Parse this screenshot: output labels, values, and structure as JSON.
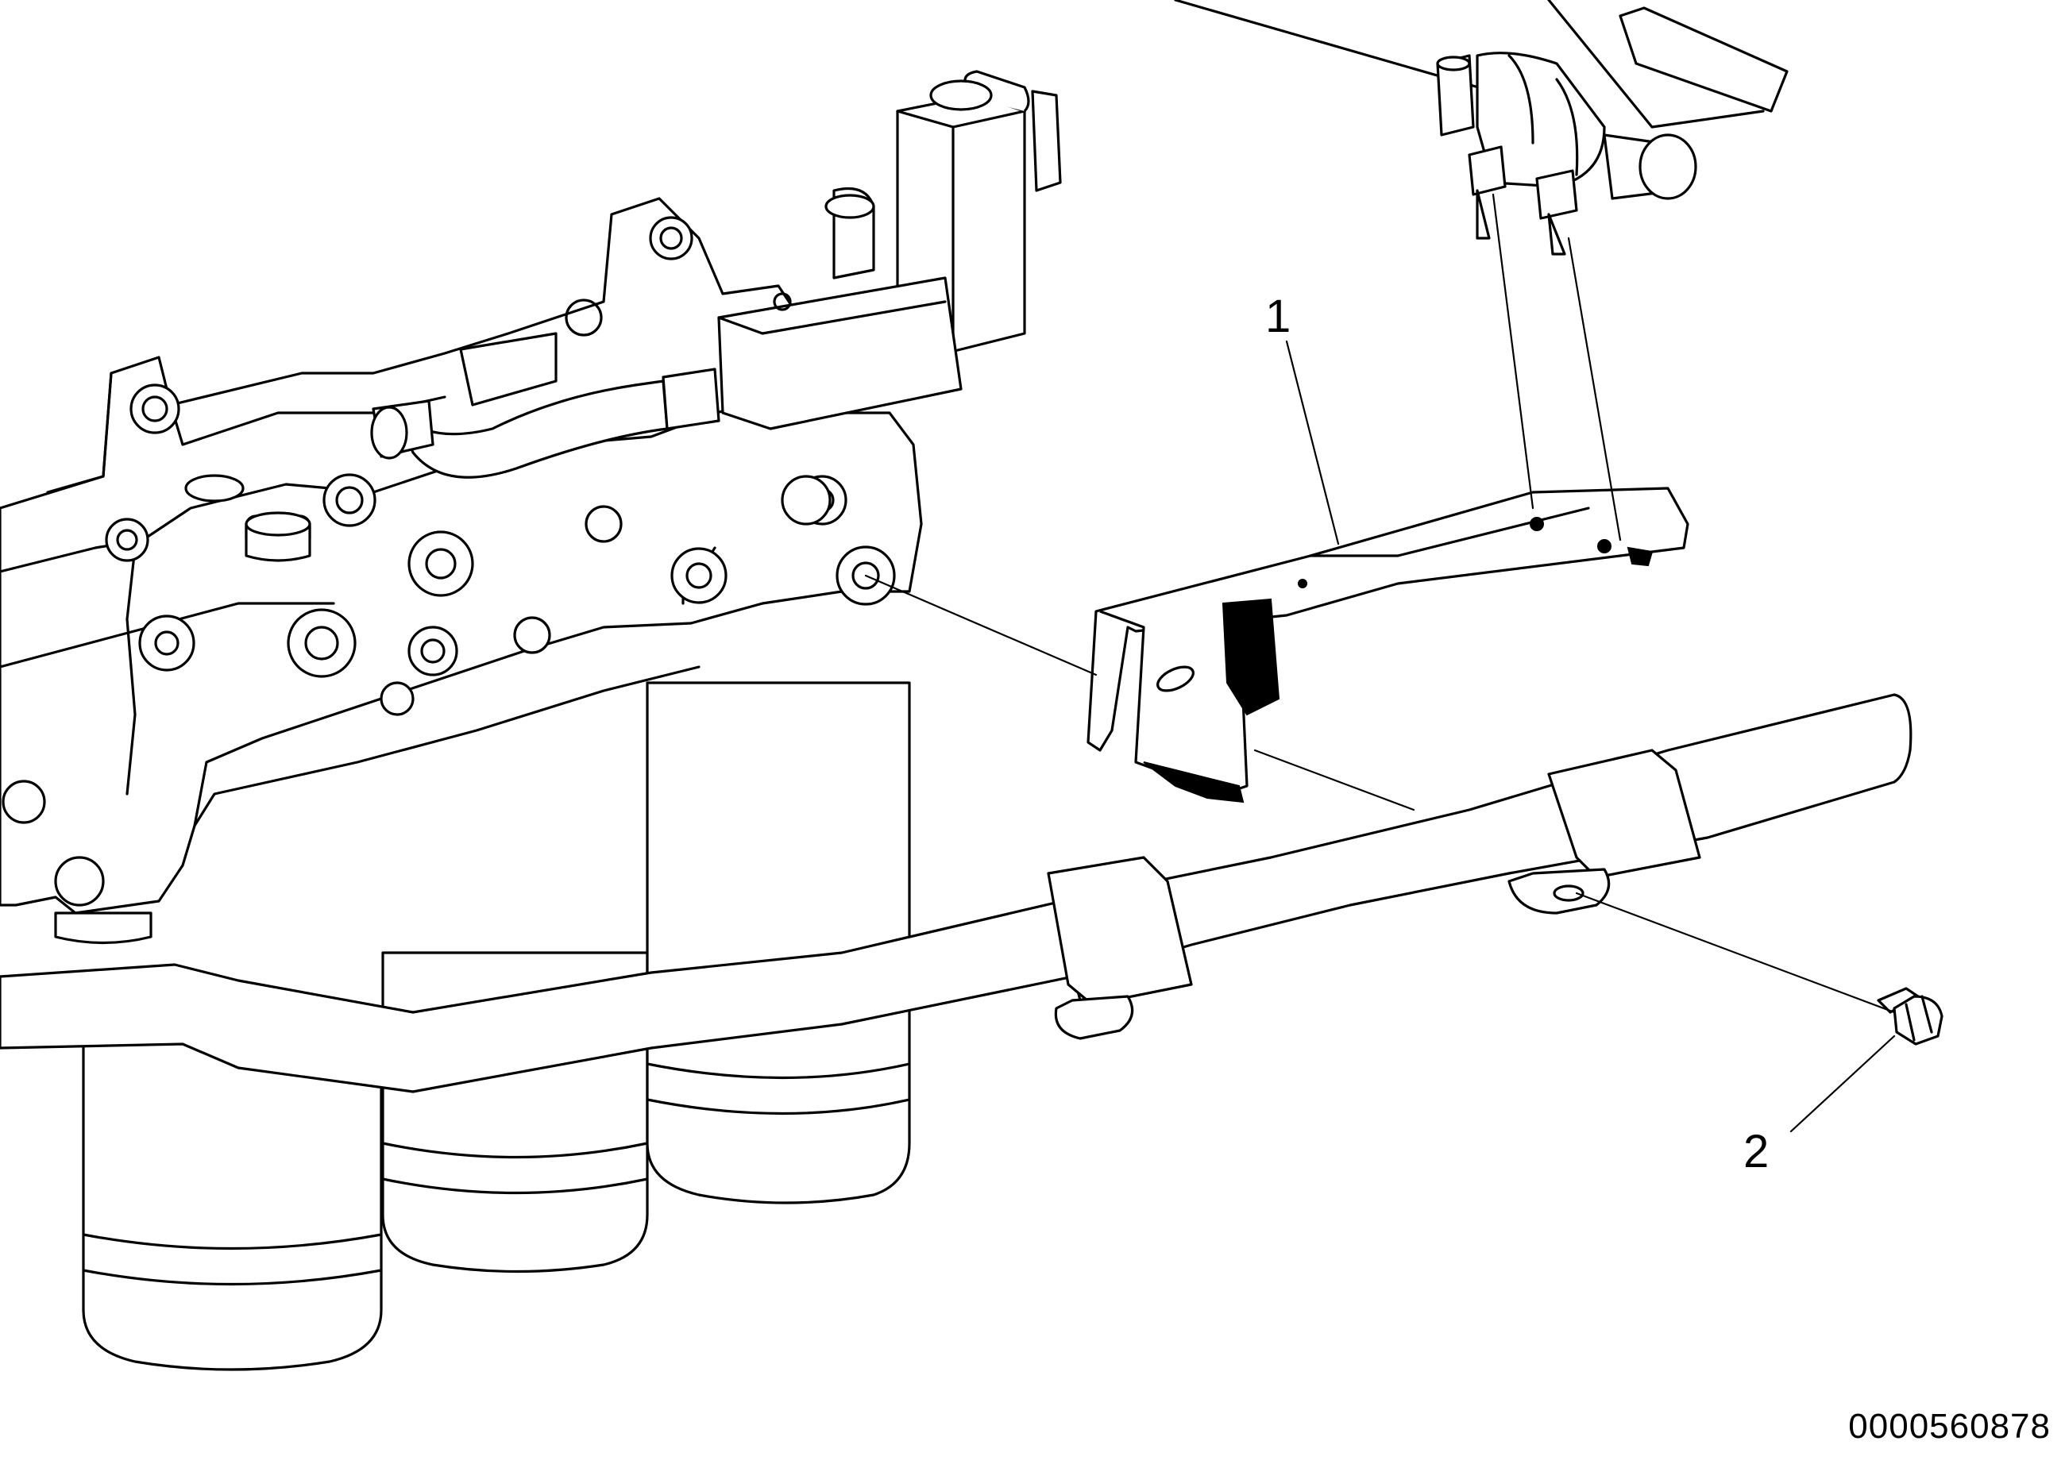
{
  "callouts": [
    {
      "label": "1",
      "part": "bracket"
    },
    {
      "label": "2",
      "part": "bolt"
    }
  ],
  "figure_id": "0000560878",
  "colors": {
    "ink": "#000000",
    "background": "#ffffff"
  }
}
